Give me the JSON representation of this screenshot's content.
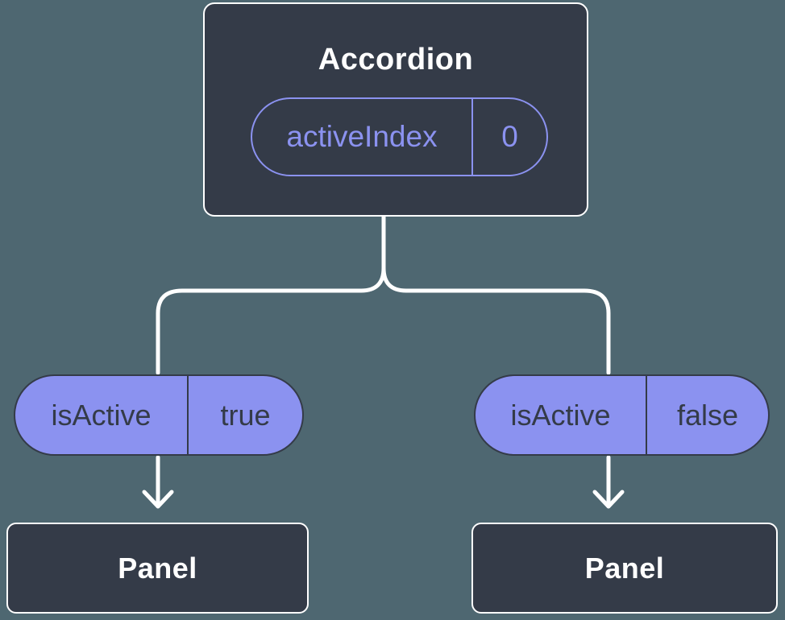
{
  "diagram": {
    "background_color": "#4e6771",
    "colors": {
      "node_fill": "#343b48",
      "node_border": "#ffffff",
      "node_text": "#ffffff",
      "pill_fill": "#8b92f0",
      "pill_accent": "#8b92f0",
      "pill_dark_text": "#343b48",
      "connector": "#ffffff"
    },
    "root": {
      "title": "Accordion",
      "state_pill": {
        "label": "activeIndex",
        "value": "0"
      }
    },
    "branches": [
      {
        "prop_pill": {
          "label": "isActive",
          "value": "true"
        },
        "child": {
          "title": "Panel"
        }
      },
      {
        "prop_pill": {
          "label": "isActive",
          "value": "false"
        },
        "child": {
          "title": "Panel"
        }
      }
    ]
  }
}
